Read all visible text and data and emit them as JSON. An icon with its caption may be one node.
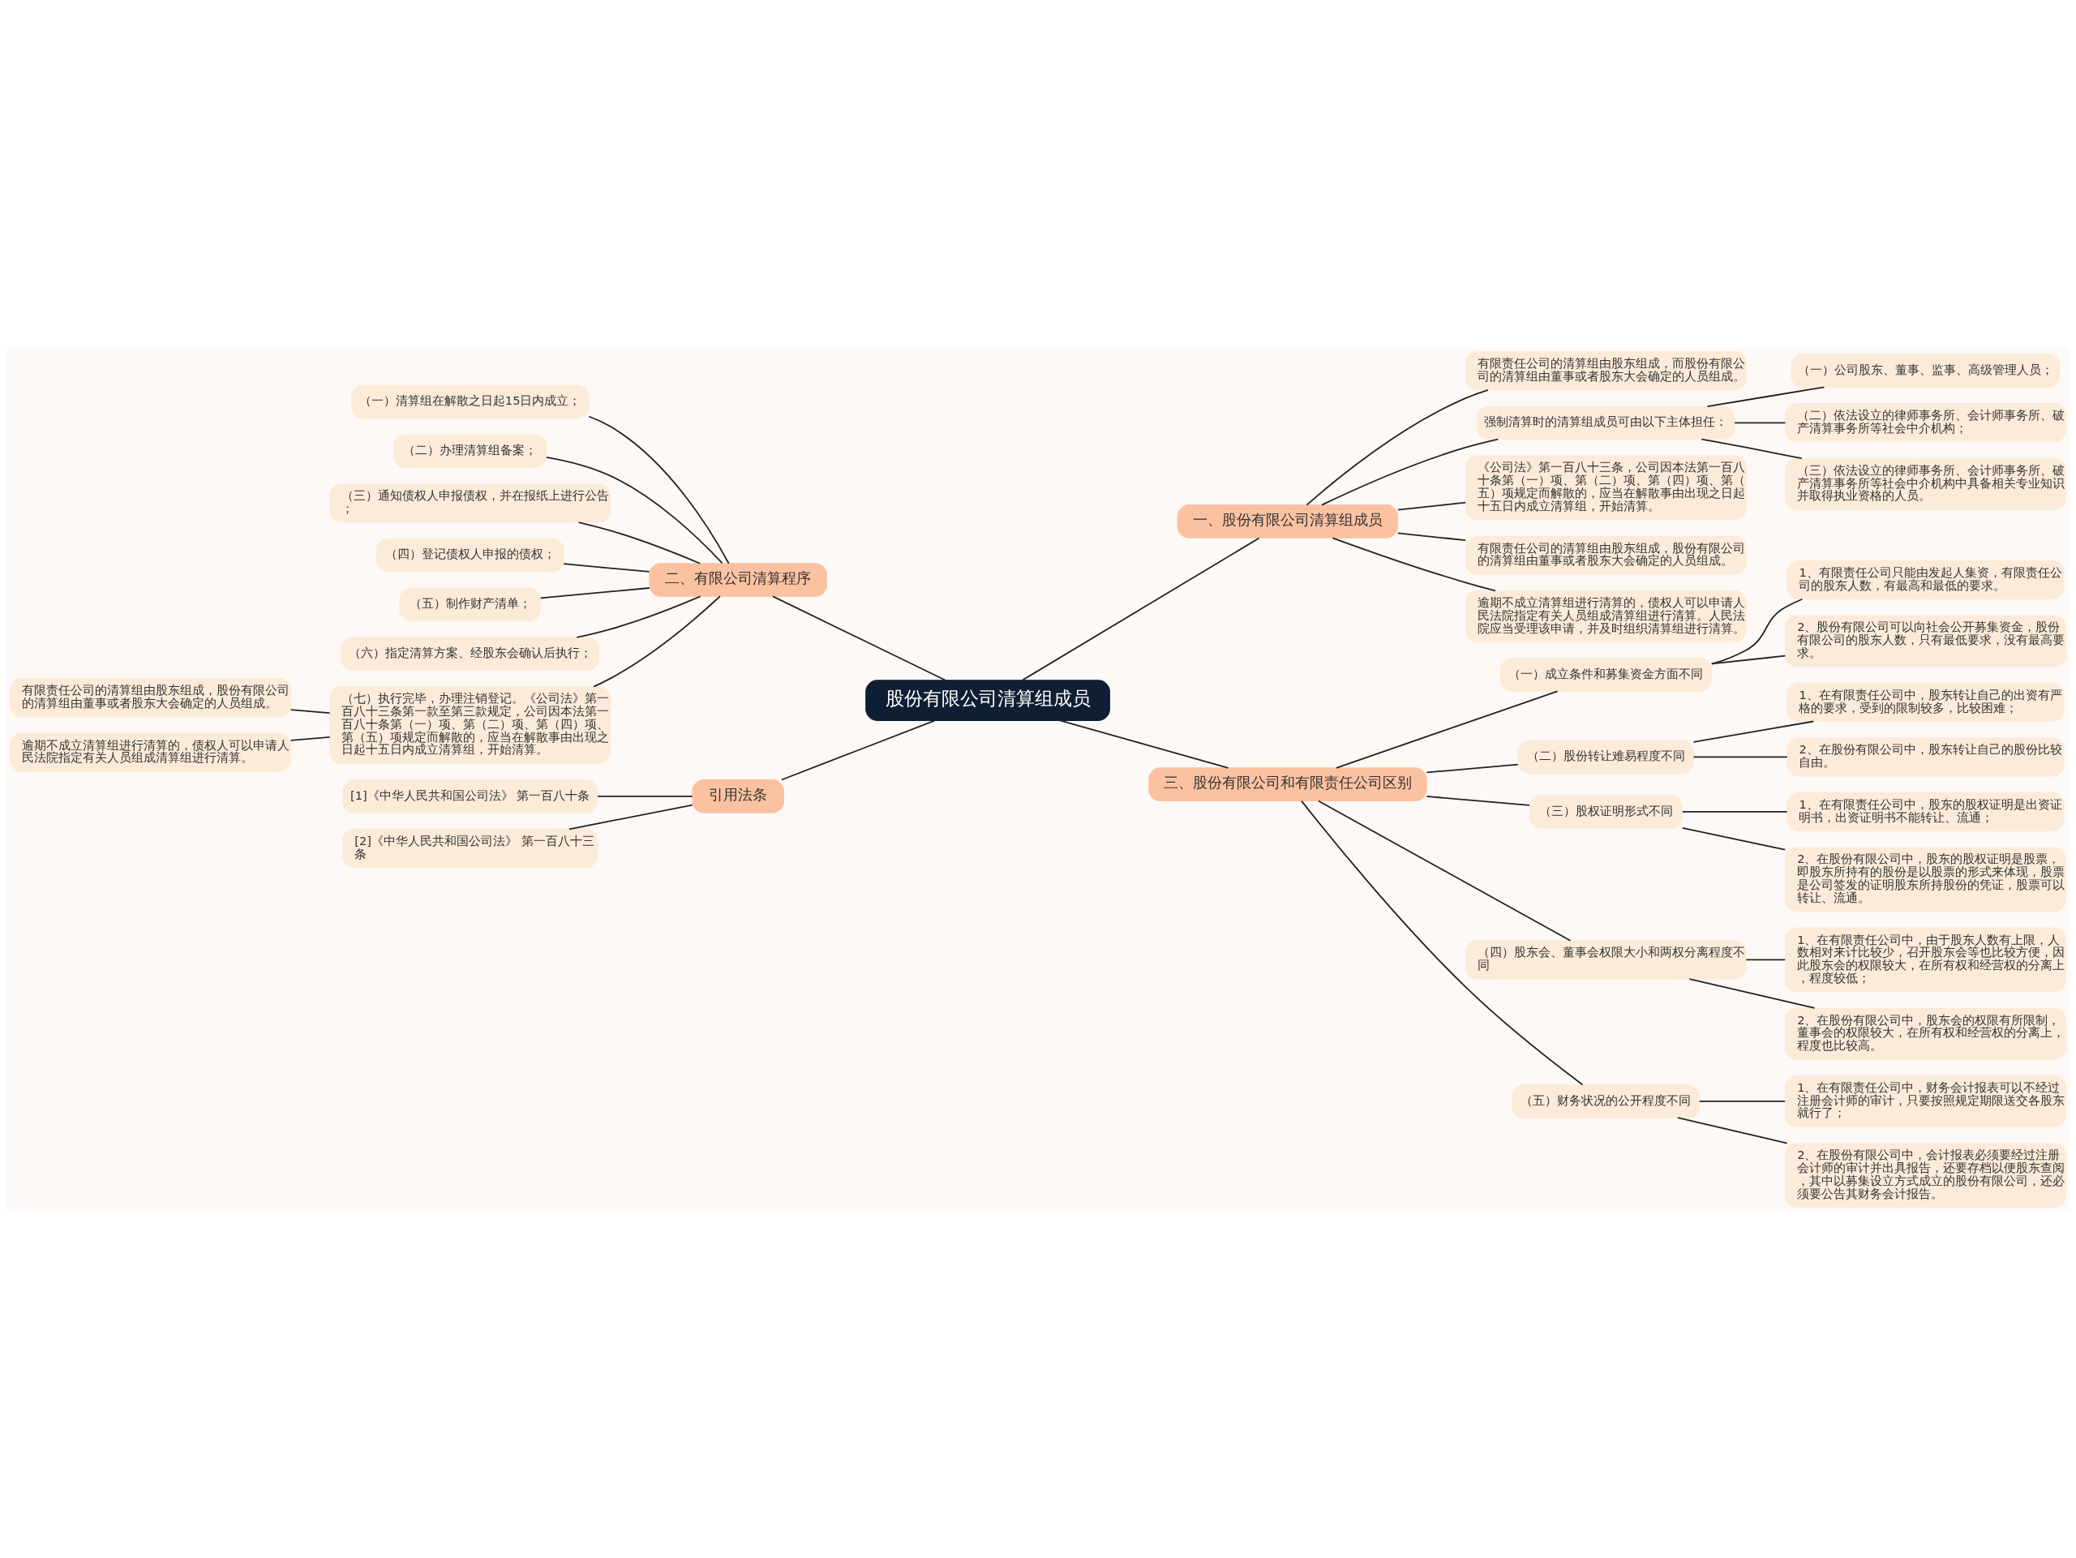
{
  "diagram": {
    "nodes": [
      {
        "text": [
          "股份有限公司清算组成员"
        ]
      },
      {
        "text": [
          "一、股份有限公司清算组成员"
        ]
      },
      {
        "text": [
          "有限责任公司的清算组由股东组成，而股份有限公司的清算组由董事或者股东大会确定的人员组成。"
        ]
      },
      {
        "text": [
          "强制清算时的清算组成员可由以下主体担任："
        ]
      },
      {
        "text": [
          "（一）公司股东、董事、监事、高级管理人员；"
        ]
      },
      {
        "text": [
          "（二）依法设立的律师事务所、会计师事务所、破产清算事务所等社会中介机构；"
        ]
      },
      {
        "text": [
          "（三）依法设立的律师事务所、会计师事务所、破产清算事务所等社会中介机构中具备相关专业知识并取得执业资格的人员。"
        ]
      },
      {
        "text": [
          "《公司法》第一百八十三条，公司因本法第一百八十条第（一）项、第（二）项、第（四）项、第（五）项规定而解散的，应当在解散事由出现之日起十五日内成立清算组，开始清算。"
        ]
      },
      {
        "text": [
          "有限责任公司的清算组由股东组成，股份有限公司的清算组由董事或者股东大会确定的人员组成。"
        ]
      },
      {
        "text": [
          "逾期不成立清算组进行清算的，债权人可以申请人民法院指定有关人员组成清算组进行清算。人民法院应当受理该申请，并及时组织清算组进行清算。"
        ]
      },
      {
        "text": [
          "二、有限公司清算程序"
        ]
      },
      {
        "text": [
          "（一）清算组在解散之日起15日内成立；"
        ]
      },
      {
        "text": [
          "（二）办理清算组备案；"
        ]
      },
      {
        "text": [
          "（三）通知债权人申报债权，并在报纸上进行公告；"
        ]
      },
      {
        "text": [
          "（四）登记债权人申报的债权；"
        ]
      },
      {
        "text": [
          "（五）制作财产清单；"
        ]
      },
      {
        "text": [
          "（六）指定清算方案、经股东会确认后执行；"
        ]
      },
      {
        "text": [
          "（七）执行完毕，办理注销登记。《公司法》第一百八十三条第一款至第三款规定，公司因本法第一百八十条第（一）项、第（二）项、第（四）项、第（五）项规定而解散的，应当在解散事由出现之日起十五日内成立清算组，开始清算。"
        ]
      },
      {
        "text": [
          "有限责任公司的清算组由股东组成，股份有限公司的清算组由董事或者股东大会确定的人员组成。"
        ]
      },
      {
        "text": [
          "逾期不成立清算组进行清算的，债权人可以申请人民法院指定有关人员组成清算组进行清算。"
        ]
      },
      {
        "text": [
          "引用法条"
        ]
      },
      {
        "text": [
          "[1]《中华人民共和国公司法》 第一百八十条"
        ]
      },
      {
        "text": [
          "[2]《中华人民共和国公司法》 第一百八十三条"
        ]
      },
      {
        "text": [
          "三、股份有限公司和有限责任公司区别"
        ]
      },
      {
        "text": [
          "（一）成立条件和募集资金方面不同"
        ]
      },
      {
        "text": [
          "1、有限责任公司只能由发起人集资，有限责任公司的股东人数，有最高和最低的要求。"
        ]
      },
      {
        "text": [
          "2、股份有限公司可以向社会公开募集资金，股份有限公司的股东人数，只有最低要求，没有最高要求。"
        ]
      },
      {
        "text": [
          "（二）股份转让难易程度不同"
        ]
      },
      {
        "text": [
          "1、在有限责任公司中，股东转让自己的出资有严格的要求，受到的限制较多，比较困难；"
        ]
      },
      {
        "text": [
          "2、在股份有限公司中，股东转让自己的股份比较自由。"
        ]
      },
      {
        "text": [
          "（三）股权证明形式不同"
        ]
      },
      {
        "text": [
          "1、在有限责任公司中，股东的股权证明是出资证明书，出资证明书不能转让、流通；"
        ]
      },
      {
        "text": [
          "2、在股份有限公司中，股东的股权证明是股票，即股东所持有的股份是以股票的形式来体现，股票是公司签发的证明股东所持股份的凭证，股票可以转让、流通。"
        ]
      },
      {
        "text": [
          "（四）股东会、董事会权限大小和两权分离程度不同"
        ]
      },
      {
        "text": [
          "1、在有限责任公司中，由于股东人数有上限，人数相对来计比较少，召开股东会等也比较方便，因此股东会的权限较大，在所有权和经营权的分离上，程度较低；"
        ]
      },
      {
        "text": [
          "2、在股份有限公司中，股东会的权限有所限制，董事会的权限较大，在所有权和经营权的分离上，程度也比较高。"
        ]
      },
      {
        "text": [
          "（五）财务状况的公开程度不同"
        ]
      },
      {
        "text": [
          "1、在有限责任公司中，财务会计报表可以不经过注册会计师的审计，只要按照规定期限送交各股东就行了；"
        ]
      },
      {
        "text": [
          "2、在股份有限公司中，会计报表必须要经过注册会计师的审计并出具报告，还要存档以便股东查阅，其中以募集设立方式成立的股份有限公司，还必须要公告其财务会计报告。"
        ]
      }
    ],
    "edges": [
      {
        "from": 0,
        "to": 1,
        "arrow": "none"
      },
      {
        "from": 1,
        "to": 2,
        "arrow": "none"
      },
      {
        "from": 1,
        "to": 3,
        "arrow": "none"
      },
      {
        "from": 3,
        "to": 4,
        "arrow": "none"
      },
      {
        "from": 3,
        "to": 5,
        "arrow": "none"
      },
      {
        "from": 3,
        "to": 6,
        "arrow": "none"
      },
      {
        "from": 1,
        "to": 7,
        "arrow": "none"
      },
      {
        "from": 1,
        "to": 8,
        "arrow": "none"
      },
      {
        "from": 1,
        "to": 9,
        "arrow": "none"
      },
      {
        "from": 0,
        "to": 10,
        "arrow": "none"
      },
      {
        "from": 10,
        "to": 11,
        "arrow": "none"
      },
      {
        "from": 10,
        "to": 12,
        "arrow": "none"
      },
      {
        "from": 10,
        "to": 13,
        "arrow": "none"
      },
      {
        "from": 10,
        "to": 14,
        "arrow": "none"
      },
      {
        "from": 10,
        "to": 15,
        "arrow": "none"
      },
      {
        "from": 10,
        "to": 16,
        "arrow": "none"
      },
      {
        "from": 10,
        "to": 17,
        "arrow": "none"
      },
      {
        "from": 17,
        "to": 18,
        "arrow": "none"
      },
      {
        "from": 17,
        "to": 19,
        "arrow": "none"
      },
      {
        "from": 0,
        "to": 20,
        "arrow": "none"
      },
      {
        "from": 20,
        "to": 21,
        "arrow": "none"
      },
      {
        "from": 20,
        "to": 22,
        "arrow": "none"
      },
      {
        "from": 0,
        "to": 23,
        "arrow": "none"
      },
      {
        "from": 23,
        "to": 24,
        "arrow": "none"
      },
      {
        "from": 24,
        "to": 25,
        "arrow": "none"
      },
      {
        "from": 24,
        "to": 26,
        "arrow": "none"
      },
      {
        "from": 23,
        "to": 27,
        "arrow": "none"
      },
      {
        "from": 27,
        "to": 28,
        "arrow": "none"
      },
      {
        "from": 27,
        "to": 29,
        "arrow": "none"
      },
      {
        "from": 23,
        "to": 30,
        "arrow": "none"
      },
      {
        "from": 30,
        "to": 31,
        "arrow": "none"
      },
      {
        "from": 30,
        "to": 32,
        "arrow": "none"
      },
      {
        "from": 23,
        "to": 33,
        "arrow": "none"
      },
      {
        "from": 33,
        "to": 34,
        "arrow": "none"
      },
      {
        "from": 33,
        "to": 35,
        "arrow": "none"
      },
      {
        "from": 23,
        "to": 36,
        "arrow": "none"
      },
      {
        "from": 36,
        "to": 37,
        "arrow": "none"
      },
      {
        "from": 36,
        "to": 38,
        "arrow": "none"
      }
    ]
  }
}
